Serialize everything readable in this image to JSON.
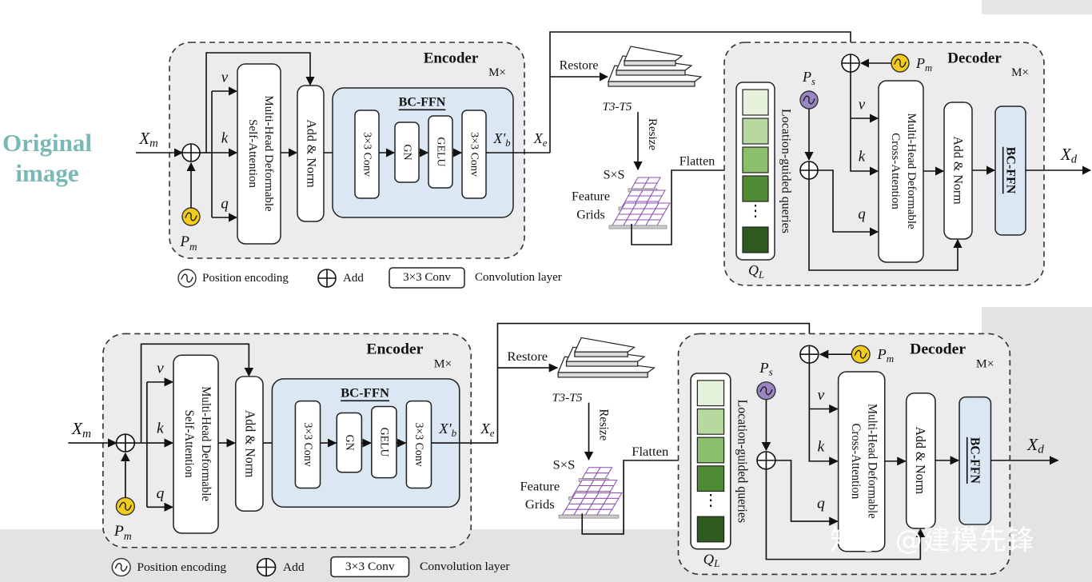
{
  "side_label": [
    "Original",
    "image"
  ],
  "watermark": "知乎 @建模先锋",
  "diagrams": [
    {
      "encoder": {
        "title": "Encoder",
        "repeat": "M×",
        "input": [
          "X",
          "m"
        ],
        "pos": [
          "P",
          "m"
        ],
        "branches": [
          "v",
          "k",
          "q"
        ],
        "attention": [
          "Multi-Head Deformable",
          "Self-Attention"
        ],
        "addnorm": "Add & Norm",
        "xb": [
          "X",
          "b"
        ],
        "bcffn": {
          "title": "BC-FFN",
          "blocks": [
            "3×3 Conv",
            "GN",
            "GELU",
            "3×3 Conv"
          ],
          "output": [
            "X'",
            "b"
          ]
        },
        "xe": [
          "X",
          "e"
        ]
      },
      "middle": {
        "restore": "Restore",
        "stages": "T3-T5",
        "resize": "Resize",
        "grid_size": "S×S",
        "grid_label": [
          "Feature",
          "Grids"
        ],
        "flatten": "Flatten"
      },
      "decoder": {
        "title": "Decoder",
        "repeat": "M×",
        "ps": [
          "P",
          "s"
        ],
        "pm": [
          "P",
          "m"
        ],
        "queries_label": "Location-guided queries",
        "ql": [
          "Q",
          "L"
        ],
        "branches": [
          "v",
          "k",
          "q"
        ],
        "attention": [
          "Multi-Head Deformable",
          "Cross-Attention"
        ],
        "addnorm": "Add & Norm",
        "bcffn": "BC-FFN",
        "output": [
          "X",
          "d"
        ]
      },
      "legend": {
        "pos": "Position encoding",
        "add": "Add",
        "conv_box": "3×3 Conv",
        "conv": "Convolution layer"
      }
    },
    {
      "encoder": {
        "title": "Encoder",
        "repeat": "M×",
        "input": [
          "X",
          "m"
        ],
        "pos": [
          "P",
          "m"
        ],
        "branches": [
          "v",
          "k",
          "q"
        ],
        "attention": [
          "Multi-Head Deformable",
          "Self-Attention"
        ],
        "addnorm": "Add & Norm",
        "bcffn": {
          "title": "BC-FFN",
          "blocks": [
            "3×3 Conv",
            "GN",
            "GELU",
            "3×3 Conv"
          ],
          "output": [
            "X'",
            "b"
          ]
        },
        "xe": [
          "X",
          "e"
        ]
      },
      "middle": {
        "restore": "Restore",
        "stages": "T3-T5",
        "resize": "Resize",
        "grid_size": "S×S",
        "grid_label": [
          "Feature",
          "Grids"
        ],
        "flatten": "Flatten"
      },
      "decoder": {
        "title": "Decoder",
        "repeat": "M×",
        "ps": [
          "P",
          "s"
        ],
        "pm": [
          "P",
          "m"
        ],
        "queries_label": "Location-guided queries",
        "ql": [
          "Q",
          "L"
        ],
        "branches": [
          "v",
          "k",
          "q"
        ],
        "attention": [
          "Multi-Head Deformable",
          "Cross-Attention"
        ],
        "addnorm": "Add & Norm",
        "bcffn": "BC-FFN",
        "output": [
          "X",
          "d"
        ]
      },
      "legend": {
        "pos": "Position encoding",
        "add": "Add",
        "conv_box": "3×3 Conv",
        "conv": "Convolution layer"
      }
    }
  ],
  "colors": {
    "side_label": "#7ab8b6",
    "bcffn_fill": "#dbe8f4",
    "pos_fill": "#f4cc1c",
    "ps_fill": "#9b86c4",
    "grid_line": "#8b4fb3",
    "query_greens": [
      "#e6f1dc",
      "#b7d9a0",
      "#8bc06c",
      "#4f8a35",
      "#2f5a1f"
    ],
    "panel_bg": "#e1e1e3",
    "box_border": "#222222"
  }
}
